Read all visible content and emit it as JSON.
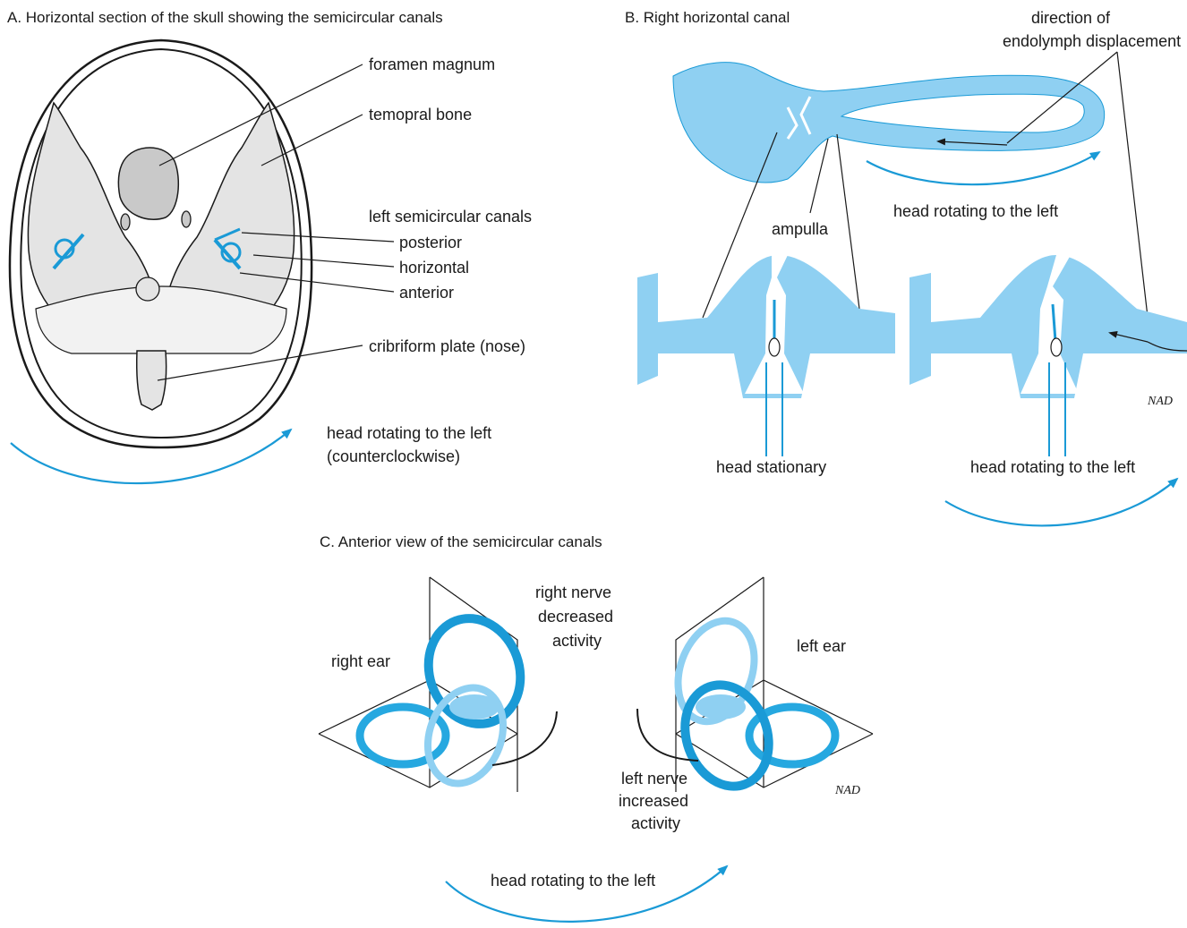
{
  "panel_a": {
    "title": "A. Horizontal section of the skull showing the semicircular canals",
    "labels": {
      "foramen_magnum": "foramen magnum",
      "temporal_bone": "temopral bone",
      "left_semicircular_canals": "left semicircular canals",
      "posterior": "posterior",
      "horizontal": "horizontal",
      "anterior": "anterior",
      "cribriform_plate": "cribriform plate (nose)",
      "rotation_line1": "head rotating to the left",
      "rotation_line2": "(counterclockwise)"
    }
  },
  "panel_b": {
    "title": "B. Right horizontal canal",
    "labels": {
      "direction_line1": "direction of",
      "direction_line2": "endolymph displacement",
      "head_rotating_top": "head rotating to the left",
      "ampulla": "ampulla",
      "head_stationary": "head stationary",
      "head_rotating_bottom": "head rotating to the left",
      "signature": "NAD"
    }
  },
  "panel_c": {
    "title": "C. Anterior view of the semicircular canals",
    "labels": {
      "right_nerve_line1": "right nerve",
      "right_nerve_line2": "decreased",
      "right_nerve_line3": "activity",
      "right_ear": "right ear",
      "left_ear": "left ear",
      "left_nerve_line1": "left nerve",
      "left_nerve_line2": "increased",
      "left_nerve_line3": "activity",
      "head_rotating": "head rotating to the left",
      "signature": "NAD"
    }
  },
  "colors": {
    "canal_blue": "#8fd0f2",
    "canal_blue_dark": "#1a9ad6",
    "bone_grey": "#e4e4e4",
    "line": "#1a1a1a"
  }
}
